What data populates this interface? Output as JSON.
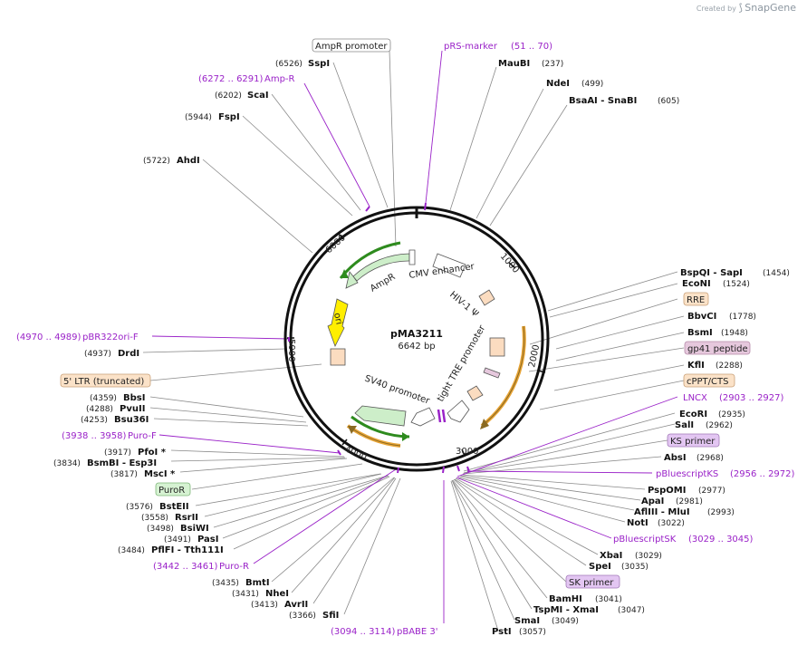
{
  "branding": {
    "created_by": "Created by",
    "product": "SnapGene"
  },
  "plasmid": {
    "name": "pMA3211",
    "length": "6642 bp"
  },
  "ticks": [
    "1000",
    "2000",
    "3000",
    "4000",
    "5000",
    "6000"
  ],
  "colors": {
    "primer": "#9a22c8",
    "ring": "#111111",
    "orange_arrow": "#e8a436",
    "green_arrow": "#2e8b1e"
  },
  "features": [
    {
      "name": "CMV enhancer",
      "color": "#ffffff",
      "icon": "white-arrow"
    },
    {
      "name": "HIV-1 Ψ",
      "color": "#fbdcc0",
      "icon": "box"
    },
    {
      "name": "tight TRE promoter",
      "color": "#ffffff",
      "icon": "white-arrow"
    },
    {
      "name": "SV40 promoter",
      "color": "#cdeec9",
      "icon": "green-arrow"
    },
    {
      "name": "AmpR",
      "color": "#cdeec9",
      "icon": "green-arrow"
    },
    {
      "name": "ori",
      "color": "#ffee00",
      "icon": "yellow-arrow"
    }
  ],
  "boxed_labels": [
    {
      "text": "AmpR promoter",
      "fill": "#ffffff",
      "stroke": "#888888"
    },
    {
      "text": "RRE",
      "fill": "#fbe2c8",
      "stroke": "#c9a078"
    },
    {
      "text": "gp41 peptide",
      "fill": "#e6c8dd",
      "stroke": "#b58aa8"
    },
    {
      "text": "cPPT/CTS",
      "fill": "#fbe2c8",
      "stroke": "#c9a078"
    },
    {
      "text": "KS primer",
      "fill": "#e3c6f2",
      "stroke": "#a27ab8"
    },
    {
      "text": "SK primer",
      "fill": "#e3c6f2",
      "stroke": "#a27ab8"
    },
    {
      "text": "5' LTR (truncated)",
      "fill": "#fbe2c8",
      "stroke": "#c9a078"
    },
    {
      "text": "PuroR",
      "fill": "#d6f2d2",
      "stroke": "#7fb77a"
    }
  ],
  "enzymes": [
    {
      "name": "SspI",
      "pos": "(6526)"
    },
    {
      "name": "MauBI",
      "pos": "(237)"
    },
    {
      "name": "NdeI",
      "pos": "(499)"
    },
    {
      "name": "BsaAI - SnaBI",
      "pos": "(605)"
    },
    {
      "name": "ScaI",
      "pos": "(6202)"
    },
    {
      "name": "FspI",
      "pos": "(5944)"
    },
    {
      "name": "AhdI",
      "pos": "(5722)"
    },
    {
      "name": "BspQI - SapI",
      "pos": "(1454)"
    },
    {
      "name": "EcoNI",
      "pos": "(1524)"
    },
    {
      "name": "BbvCI",
      "pos": "(1778)"
    },
    {
      "name": "BsmI",
      "pos": "(1948)"
    },
    {
      "name": "KflI",
      "pos": "(2288)"
    },
    {
      "name": "EcoRI",
      "pos": "(2935)"
    },
    {
      "name": "SalI",
      "pos": "(2962)"
    },
    {
      "name": "AbsI",
      "pos": "(2968)"
    },
    {
      "name": "PspOMI",
      "pos": "(2977)"
    },
    {
      "name": "ApaI",
      "pos": "(2981)"
    },
    {
      "name": "AflIII - MluI",
      "pos": "(2993)"
    },
    {
      "name": "NotI",
      "pos": "(3022)"
    },
    {
      "name": "XbaI",
      "pos": "(3029)"
    },
    {
      "name": "SpeI",
      "pos": "(3035)"
    },
    {
      "name": "BamHI",
      "pos": "(3041)"
    },
    {
      "name": "TspMI - XmaI",
      "pos": "(3047)"
    },
    {
      "name": "SmaI",
      "pos": "(3049)"
    },
    {
      "name": "PstI",
      "pos": "(3057)"
    },
    {
      "name": "DrdI",
      "pos": "(4937)"
    },
    {
      "name": "BbsI",
      "pos": "(4359)"
    },
    {
      "name": "PvuII",
      "pos": "(4288)"
    },
    {
      "name": "Bsu36I",
      "pos": "(4253)"
    },
    {
      "name": "PfoI *",
      "pos": "(3917)"
    },
    {
      "name": "BsmBI - Esp3I",
      "pos": "(3834)"
    },
    {
      "name": "MscI *",
      "pos": "(3817)"
    },
    {
      "name": "BstEII",
      "pos": "(3576)"
    },
    {
      "name": "RsrII",
      "pos": "(3558)"
    },
    {
      "name": "BsiWI",
      "pos": "(3498)"
    },
    {
      "name": "PasI",
      "pos": "(3491)"
    },
    {
      "name": "PflFI - Tth111I",
      "pos": "(3484)"
    },
    {
      "name": "BmtI",
      "pos": "(3435)"
    },
    {
      "name": "NheI",
      "pos": "(3431)"
    },
    {
      "name": "AvrII",
      "pos": "(3413)"
    },
    {
      "name": "SfiI",
      "pos": "(3366)"
    }
  ],
  "primers": [
    {
      "name": "pRS-marker",
      "range": "(51 .. 70)"
    },
    {
      "name": "Amp-R",
      "range": "(6272 .. 6291)"
    },
    {
      "name": "LNCX",
      "range": "(2903 .. 2927)"
    },
    {
      "name": "pBluescriptKS",
      "range": "(2956 .. 2972)"
    },
    {
      "name": "pBluescriptSK",
      "range": "(3029 .. 3045)"
    },
    {
      "name": "pBR322ori-F",
      "range": "(4970 .. 4989)"
    },
    {
      "name": "Puro-F",
      "range": "(3938 .. 3958)"
    },
    {
      "name": "Puro-R",
      "range": "(3442 .. 3461)"
    },
    {
      "name": "pBABE 3'",
      "range": "(3094 .. 3114)"
    }
  ]
}
